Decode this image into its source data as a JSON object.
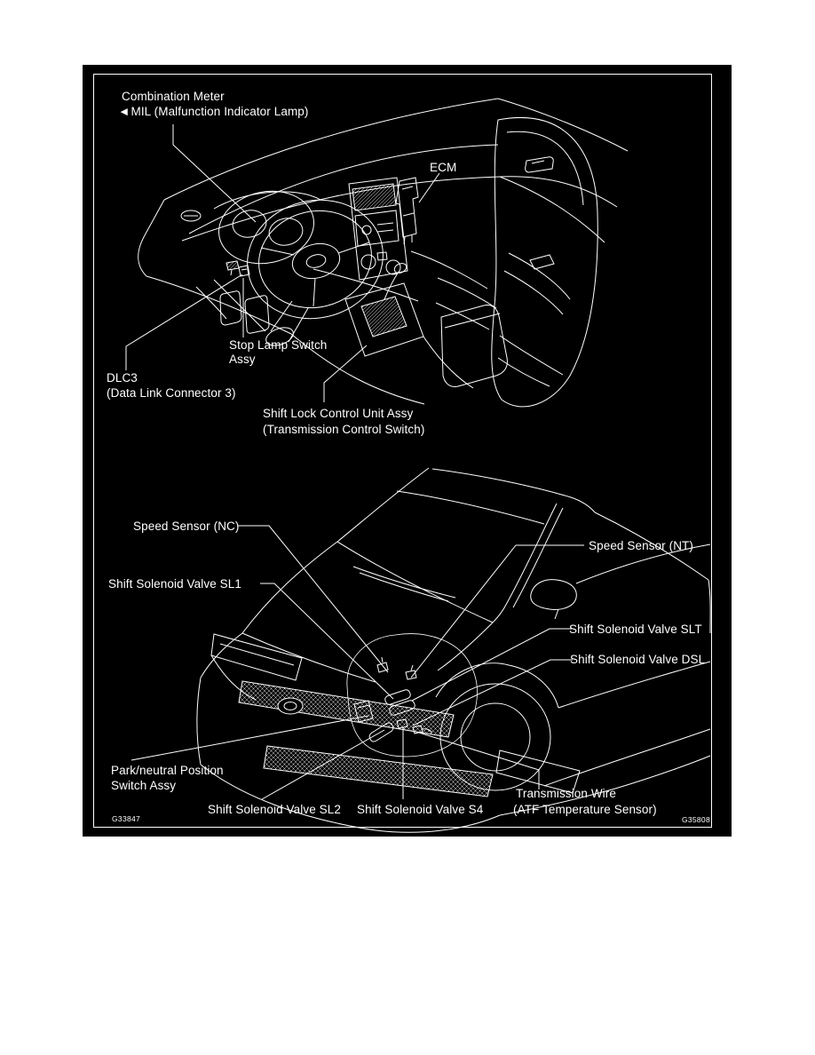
{
  "figure": {
    "background_color": "#000000",
    "line_color": "#ffffff",
    "title": "A/T component location diagram"
  },
  "interior": {
    "combination_meter_label": "Combination Meter",
    "mil_arrow": "◄",
    "mil_label": "MIL (Malfunction Indicator Lamp)",
    "ecm_label": "ECM",
    "stop_lamp_label_line1": "Stop Lamp Switch",
    "stop_lamp_label_line2": "Assy",
    "dlc3_label_line1": "DLC3",
    "dlc3_label_line2": "(Data Link Connector 3)",
    "shift_lock_label_line1": "Shift Lock Control Unit Assy",
    "shift_lock_label_line2": "(Transmission Control Switch)",
    "figure_code": "G33847"
  },
  "exterior": {
    "speed_sensor_nc_label": "Speed Sensor (NC)",
    "speed_sensor_nt_label": "Speed Sensor (NT)",
    "solenoid_sl1_label": "Shift Solenoid Valve SL1",
    "solenoid_slt_label": "Shift Solenoid Valve SLT",
    "solenoid_dsl_label": "Shift Solenoid Valve DSL",
    "park_neutral_label_line1": "Park/neutral Position",
    "park_neutral_label_line2": "Switch Assy",
    "solenoid_sl2_label": "Shift Solenoid Valve SL2",
    "solenoid_s4_label": "Shift Solenoid Valve S4",
    "transmission_wire_label_line1": "Transmission Wire",
    "transmission_wire_label_line2": "(ATF Temperature Sensor)",
    "figure_code": "G35808"
  }
}
